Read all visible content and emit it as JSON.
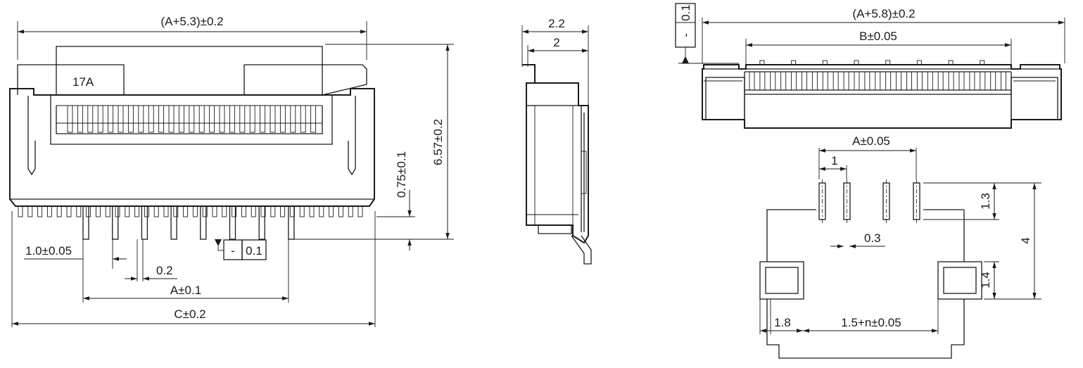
{
  "front_view": {
    "overall_width": "(A+5.3)±0.2",
    "pitch_label": "17A",
    "pin_width": "1.0±0.05",
    "pin_gap": "0.2",
    "pin_span": "A±0.1",
    "total_span": "C±0.2",
    "pin_offset": "0.75±0.1",
    "height": "6.57±0.2",
    "tolerance": {
      "sign": "-",
      "value": "0.1"
    }
  },
  "side_view": {
    "outer": "2.2",
    "inner": "2"
  },
  "top_view": {
    "overall_width": "(A+5.8)±0.2",
    "inner_width": "B±0.05",
    "tolerance": {
      "sign": "-",
      "value": "0.1"
    }
  },
  "footprint": {
    "pad_span": "A±0.05",
    "pitch": "1",
    "pad_width": "0.3",
    "pad_length": "1.3",
    "total_height": "4",
    "mount_pad": "1.4",
    "mount_width": "1.8",
    "mount_span": "1.5+n±0.05"
  }
}
